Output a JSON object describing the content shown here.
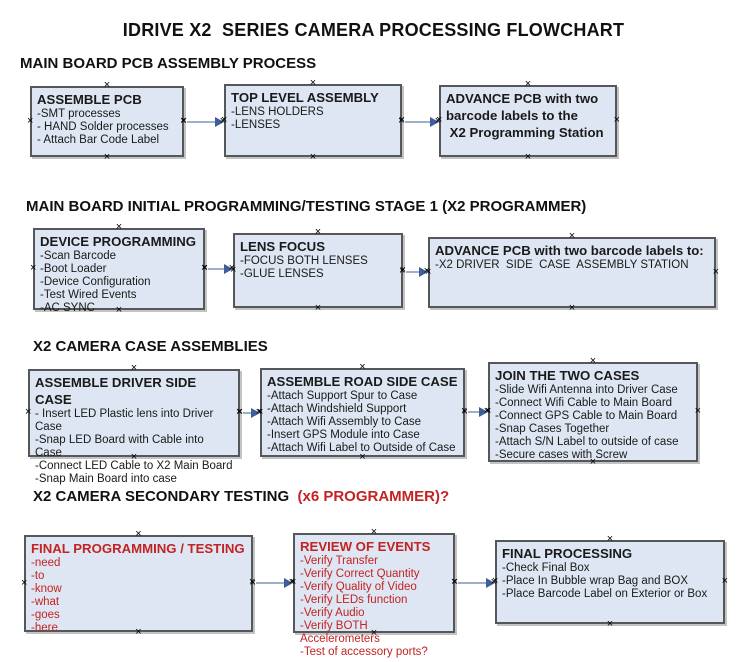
{
  "title": "IDRIVE X2  SERIES CAMERA PROCESSING FLOWCHART",
  "colors": {
    "box_fill": "#dde6f2",
    "box_border": "#56575a",
    "arrow_line": "#9cb0c9",
    "arrow_head": "#3e5e99",
    "red_text": "#c32323",
    "black_text": "#1a1a1a",
    "background": "#ffffff"
  },
  "icons": {
    "connection_handle": "×"
  },
  "sections": [
    {
      "heading": "MAIN BOARD PCB ASSEMBLY PROCESS"
    },
    {
      "heading": "MAIN BOARD INITIAL PROGRAMMING/TESTING STAGE 1 (X2 PROGRAMMER)"
    },
    {
      "heading": "X2 CAMERA CASE ASSEMBLIES"
    },
    {
      "heading": "X2 CAMERA SECONDARY TESTING ",
      "heading_red": " (x6 PROGRAMMER)?"
    }
  ],
  "boxes": {
    "assemble_pcb": {
      "title": "ASSEMBLE PCB",
      "items": [
        "-SMT processes",
        "- HAND Solder processes",
        "- Attach Bar Code Label"
      ],
      "text_color": "black"
    },
    "top_level_assembly": {
      "title": "TOP LEVEL ASSEMBLY",
      "items": [
        "-LENS HOLDERS",
        "-LENSES"
      ],
      "text_color": "black"
    },
    "advance_to_programming": {
      "title": "ADVANCE PCB with two\nbarcode labels to the\n X2 Programming Station",
      "items": [],
      "text_color": "black"
    },
    "device_programming": {
      "title": "DEVICE PROGRAMMING",
      "items": [
        "-Scan Barcode",
        "-Boot Loader",
        "-Device Configuration",
        "-Test Wired Events",
        "-AC SYNC"
      ],
      "text_color": "black"
    },
    "lens_focus": {
      "title": "LENS FOCUS",
      "items": [
        "-FOCUS BOTH LENSES",
        "-GLUE LENSES"
      ],
      "text_color": "black"
    },
    "advance_to_case_assembly": {
      "title": "ADVANCE PCB with two barcode labels to:",
      "items": [
        "-X2 DRIVER  SIDE  CASE  ASSEMBLY STATION"
      ],
      "text_color": "black"
    },
    "assemble_driver_side_case": {
      "title": "ASSEMBLE DRIVER SIDE CASE",
      "items": [
        "- Insert LED Plastic lens into Driver Case",
        "-Snap LED Board with Cable into Case",
        "-Connect LED Cable to X2 Main Board",
        "-Snap Main Board into case"
      ],
      "text_color": "black"
    },
    "assemble_road_side_case": {
      "title": "ASSEMBLE ROAD SIDE CASE",
      "items": [
        "-Attach Support Spur to Case",
        "-Attach Windshield Support",
        "-Attach Wifi Assembly to Case",
        "-Insert GPS Module into Case",
        "-Attach Wifi Label to Outside of Case"
      ],
      "text_color": "black"
    },
    "join_the_two_cases": {
      "title": "JOIN THE TWO CASES",
      "items": [
        "-Slide Wifi Antenna into Driver Case",
        "-Connect Wifi Cable to Main Board",
        "-Connect GPS Cable to Main Board",
        "-Snap Cases Together",
        "-Attach S/N Label to outside of case",
        "-Secure cases with Screw"
      ],
      "text_color": "black"
    },
    "final_programming_testing": {
      "title": "FINAL PROGRAMMING / TESTING",
      "items": [
        "-need",
        "-to",
        "-know",
        "-what",
        "-goes",
        "-here"
      ],
      "text_color": "red"
    },
    "review_of_events": {
      "title": "REVIEW OF EVENTS",
      "items": [
        "-Verify Transfer",
        "-Verify Correct Quantity",
        "-Verify Quality of Video",
        "-Verify LEDs function",
        "-Verify Audio",
        "-Verify BOTH Accelerometers",
        "-Test of accessory ports?"
      ],
      "text_color": "red"
    },
    "final_processing": {
      "title": "FINAL PROCESSING",
      "items": [
        "-Check Final Box",
        "-Place In Bubble wrap Bag and BOX",
        "-Place Barcode Label on Exterior or Box"
      ],
      "text_color": "black"
    }
  }
}
